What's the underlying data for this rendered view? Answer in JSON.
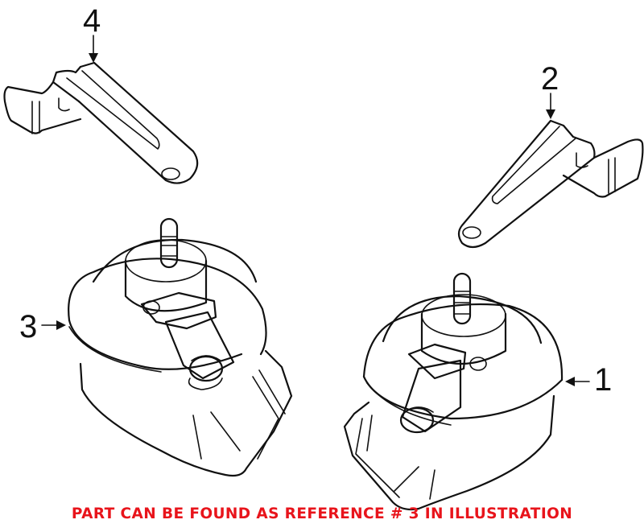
{
  "diagram": {
    "type": "exploded parts illustration",
    "parts": [
      {
        "ref": "1",
        "description": "horn (right)",
        "callout_side": "right"
      },
      {
        "ref": "2",
        "description": "bracket (right)",
        "callout_side": "top"
      },
      {
        "ref": "3",
        "description": "horn (left)",
        "callout_side": "left"
      },
      {
        "ref": "4",
        "description": "bracket (left)",
        "callout_side": "top"
      }
    ],
    "callouts": {
      "c1": "1",
      "c2": "2",
      "c3": "3",
      "c4": "4"
    },
    "caption": "PART CAN BE FOUND AS REFERENCE # 3 IN ILLUSTRATION",
    "colors": {
      "line": "#111111",
      "caption": "#e8141b",
      "background": "#ffffff"
    }
  }
}
